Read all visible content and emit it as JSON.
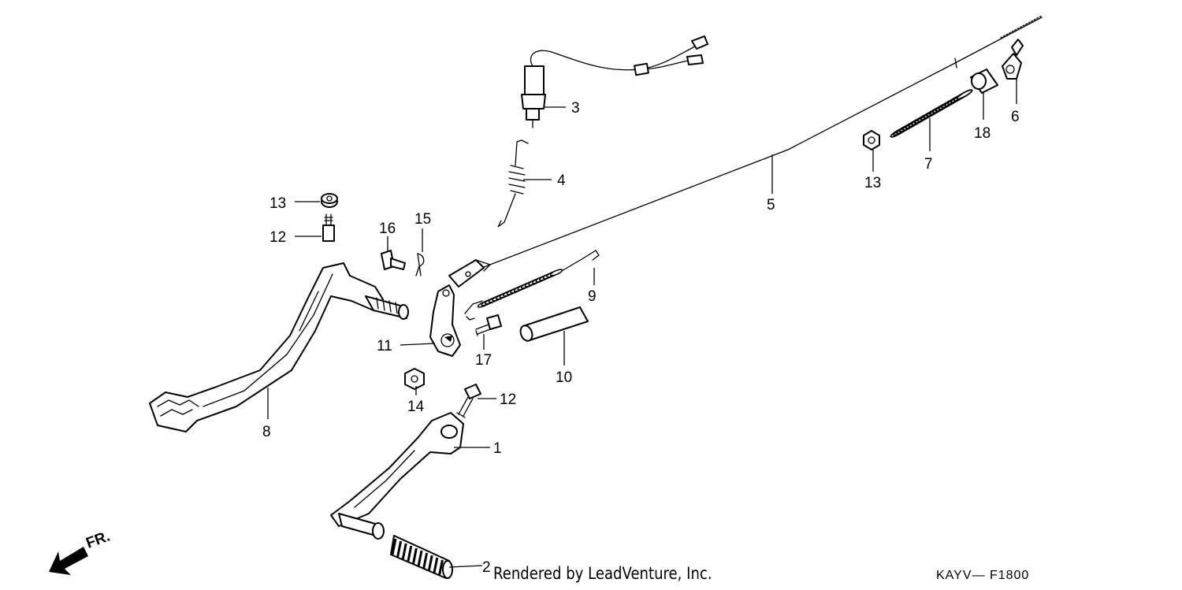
{
  "diagram_code": "KAYV— F1800",
  "credit": "Rendered by LeadVenture, Inc.",
  "front_indicator": "FR.",
  "callouts": [
    "1",
    "2",
    "3",
    "4",
    "5",
    "6",
    "7",
    "8",
    "9",
    "10",
    "11",
    "12",
    "12",
    "13",
    "13",
    "14",
    "15",
    "16",
    "17",
    "18"
  ]
}
